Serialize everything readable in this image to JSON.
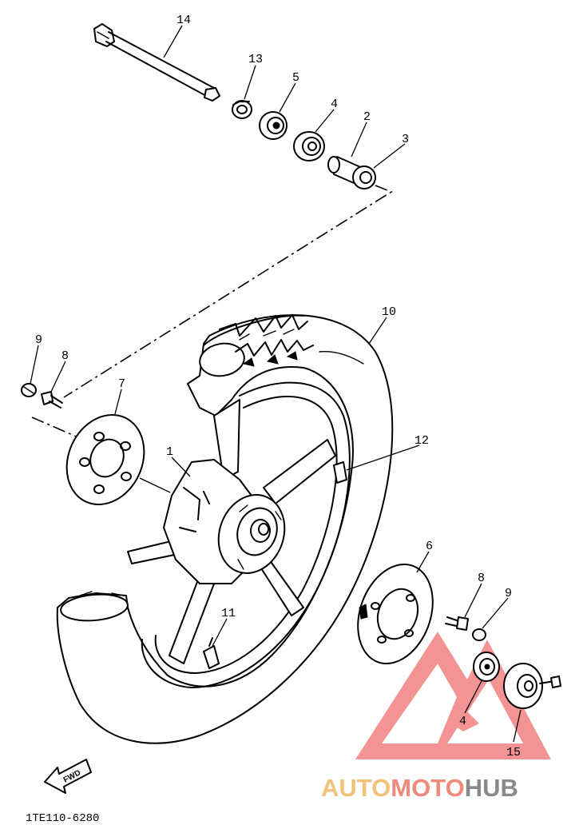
{
  "callouts": [
    {
      "id": "1",
      "label": "1"
    },
    {
      "id": "2",
      "label": "2"
    },
    {
      "id": "3",
      "label": "3"
    },
    {
      "id": "4",
      "label": "4"
    },
    {
      "id": "4b",
      "label": "4"
    },
    {
      "id": "5",
      "label": "5"
    },
    {
      "id": "6",
      "label": "6"
    },
    {
      "id": "7",
      "label": "7"
    },
    {
      "id": "8",
      "label": "8"
    },
    {
      "id": "8b",
      "label": "8"
    },
    {
      "id": "9",
      "label": "9"
    },
    {
      "id": "9b",
      "label": "9"
    },
    {
      "id": "10",
      "label": "10"
    },
    {
      "id": "11",
      "label": "11"
    },
    {
      "id": "12",
      "label": "12"
    },
    {
      "id": "13",
      "label": "13"
    },
    {
      "id": "14",
      "label": "14"
    },
    {
      "id": "15",
      "label": "15"
    }
  ],
  "direction_arrow": "FWD",
  "diagram_code": "1TE110-6280",
  "watermark": {
    "text": "AUTOMOTOHUB",
    "auto_color": "#f3c27a",
    "moto_color": "#f08a7a",
    "hub_color": "#8a8a8a",
    "logo_color": "#f06a6a"
  }
}
